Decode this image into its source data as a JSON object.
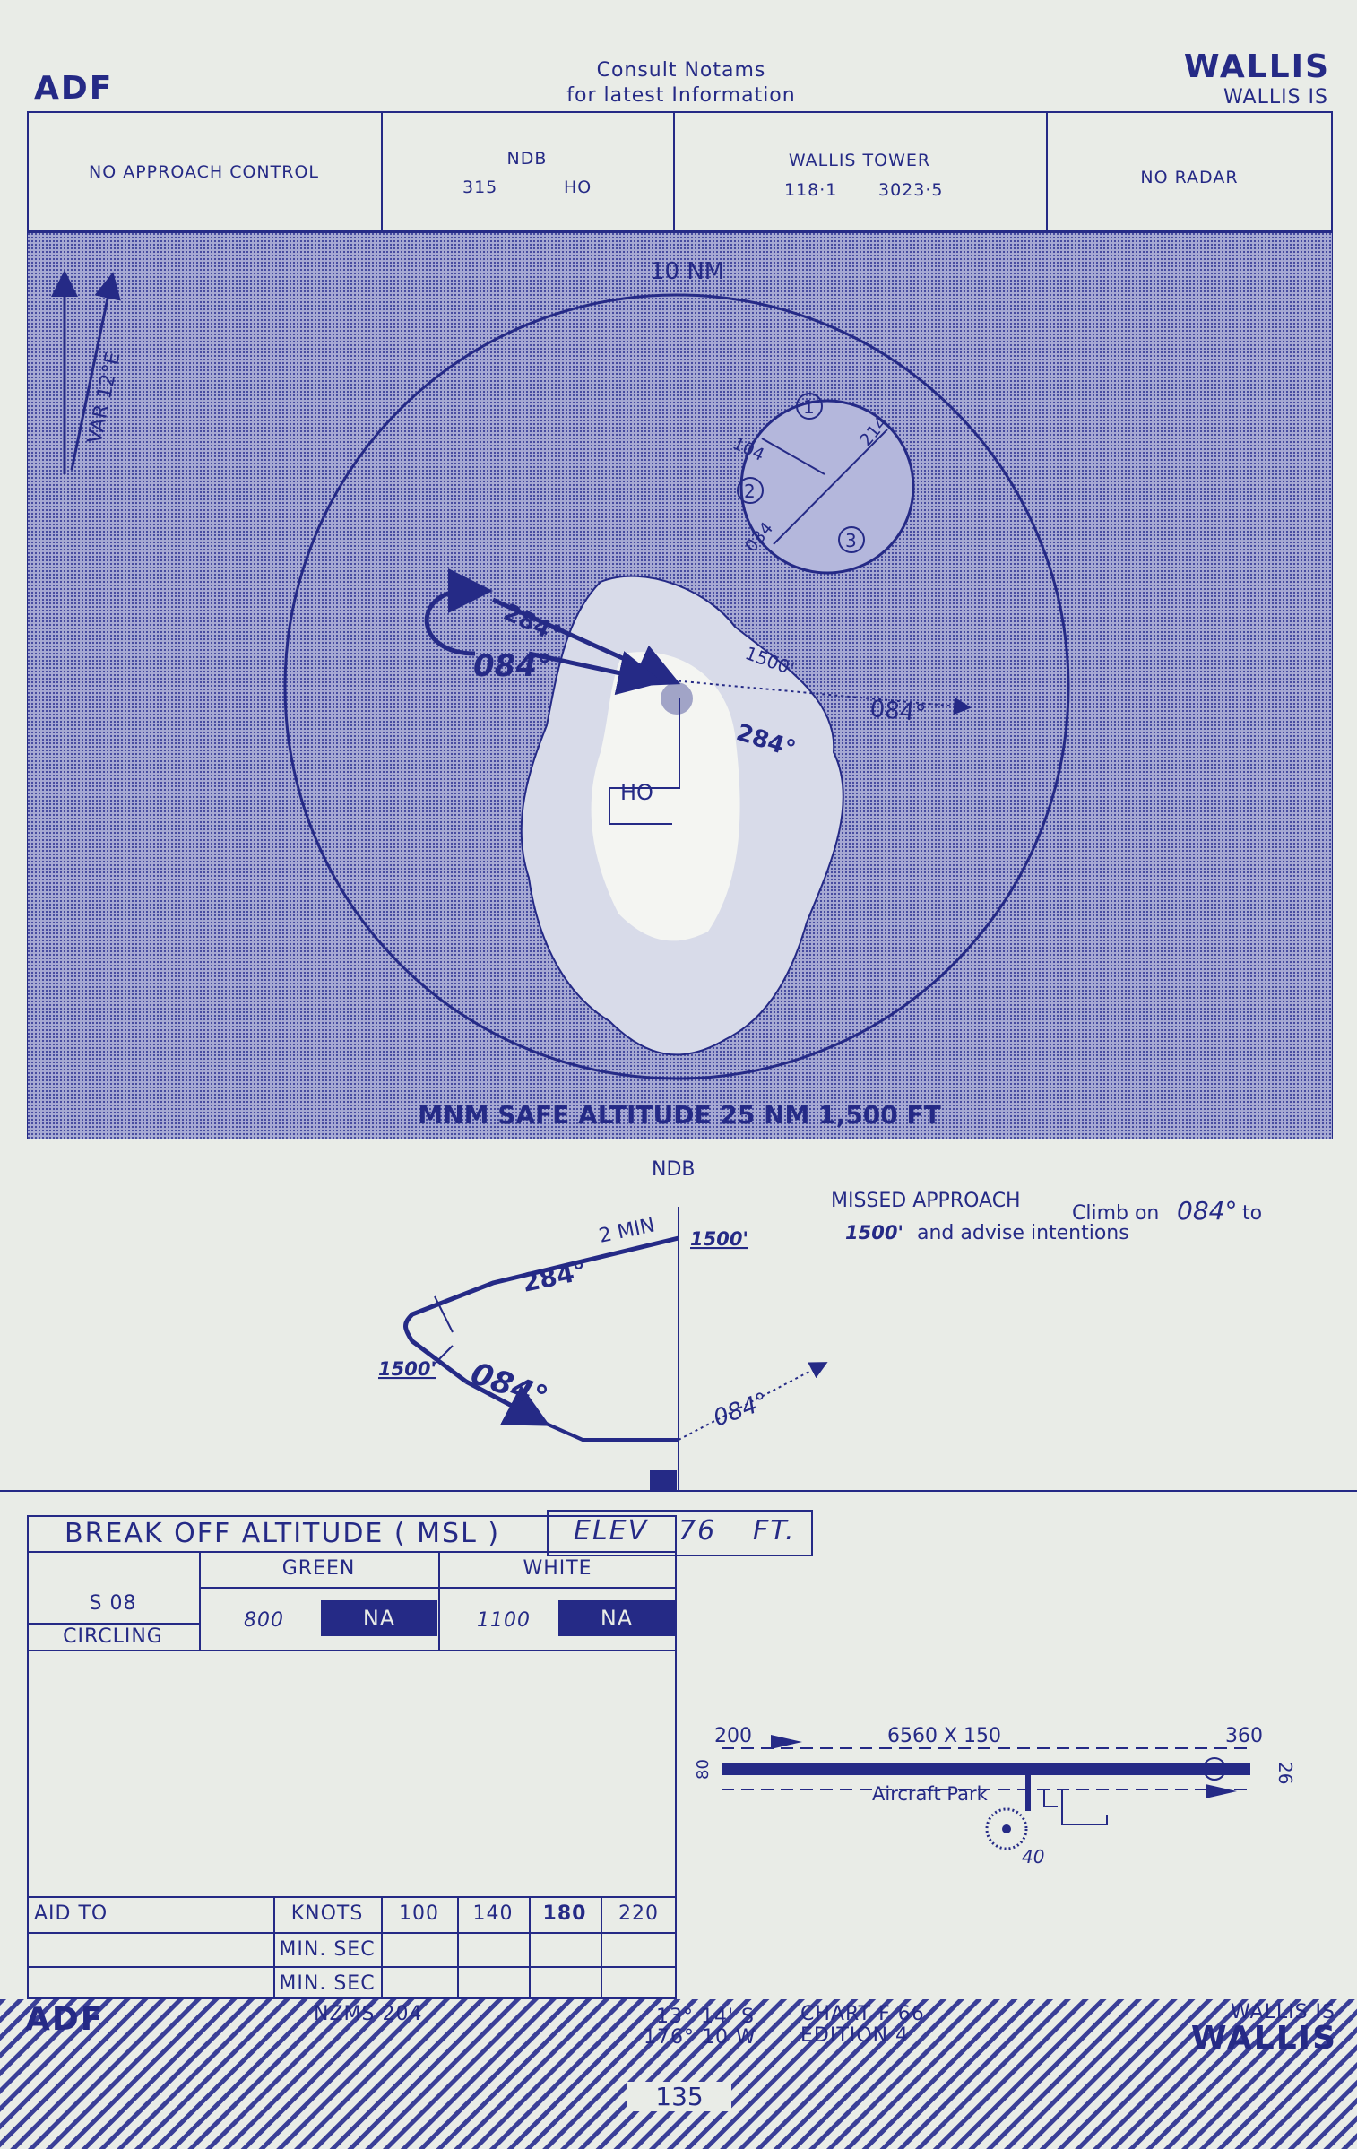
{
  "header": {
    "left": "ADF",
    "center_line1": "Consult   Notams",
    "center_line2": "for  latest  Information",
    "right_title": "WALLIS",
    "right_sub": "WALLIS IS"
  },
  "info_row": {
    "approach_control": "NO  APPROACH   CONTROL",
    "ndb_label": "NDB",
    "ndb_freq": "315",
    "ndb_ident": "HO",
    "tower_label": "WALLIS TOWER",
    "tower_freq1": "118·1",
    "tower_freq2": "3023·5",
    "radar": "NO     RADAR"
  },
  "plan_view": {
    "range_label": "10 NM",
    "var_label": "VAR 12°E",
    "inbound_label": "084°",
    "outbound_label": "284°",
    "outbound_label2": "284°",
    "missed_label": "084°",
    "alt_label": "1500'",
    "ndb_ident": "HO",
    "msa_text": "MNM SAFE ALTITUDE 25 NM 1,500 FT",
    "sector_hdg1": "104",
    "sector_hdg2": "214",
    "sector_hdg3": "034",
    "sector1": "1",
    "sector2": "2",
    "sector3": "3"
  },
  "profile": {
    "ndb_label": "NDB",
    "time_label": "2 MIN",
    "alt_top": "1500'",
    "alt_left": "1500'",
    "outbound_hdg": "284°",
    "inbound_hdg": "084°",
    "missed_hdg": "084°",
    "missed_title": "MISSED  APPROACH",
    "missed_text1": "Climb on",
    "missed_hdg_text": "084°",
    "missed_text2": "to",
    "missed_alt": "1500'",
    "missed_text3": "and advise intentions"
  },
  "minima": {
    "break_off": "BREAK  OFF  ALTITUDE   ( MSL )",
    "elev_label": "ELEV",
    "elev_value": "76",
    "elev_unit": "FT.",
    "col_green": "GREEN",
    "col_white": "WHITE",
    "row1_label": "S  08",
    "row2_label": "CIRCLING",
    "green_value": "800",
    "green_na": "NA",
    "white_value": "1100",
    "white_na": "NA"
  },
  "timing": {
    "aid_to": "AID TO",
    "knots": "KNOTS",
    "speeds": [
      "100",
      "140",
      "180",
      "220"
    ],
    "min_sec1": "MIN. SEC",
    "min_sec2": "MIN. SEC"
  },
  "runway": {
    "left_dist": "200",
    "dims": "6560  X  150",
    "right_dist": "360",
    "left_width": "80",
    "right_width": "26",
    "park": "Aircraft Park",
    "beacon_elev": "40"
  },
  "footer": {
    "left": "ADF",
    "chart_ref": "NZMS  204",
    "lat": "13°  14'  S",
    "lon": "176°  10  W",
    "chart": "CHART  F 66",
    "edition": "EDITION  4",
    "right_sub": "WALLIS IS",
    "right_title": "WALLIS",
    "page": "135"
  },
  "colors": {
    "ink": "#252a86",
    "paper": "#e9ece7",
    "plan_bg": "#8f93c6"
  }
}
